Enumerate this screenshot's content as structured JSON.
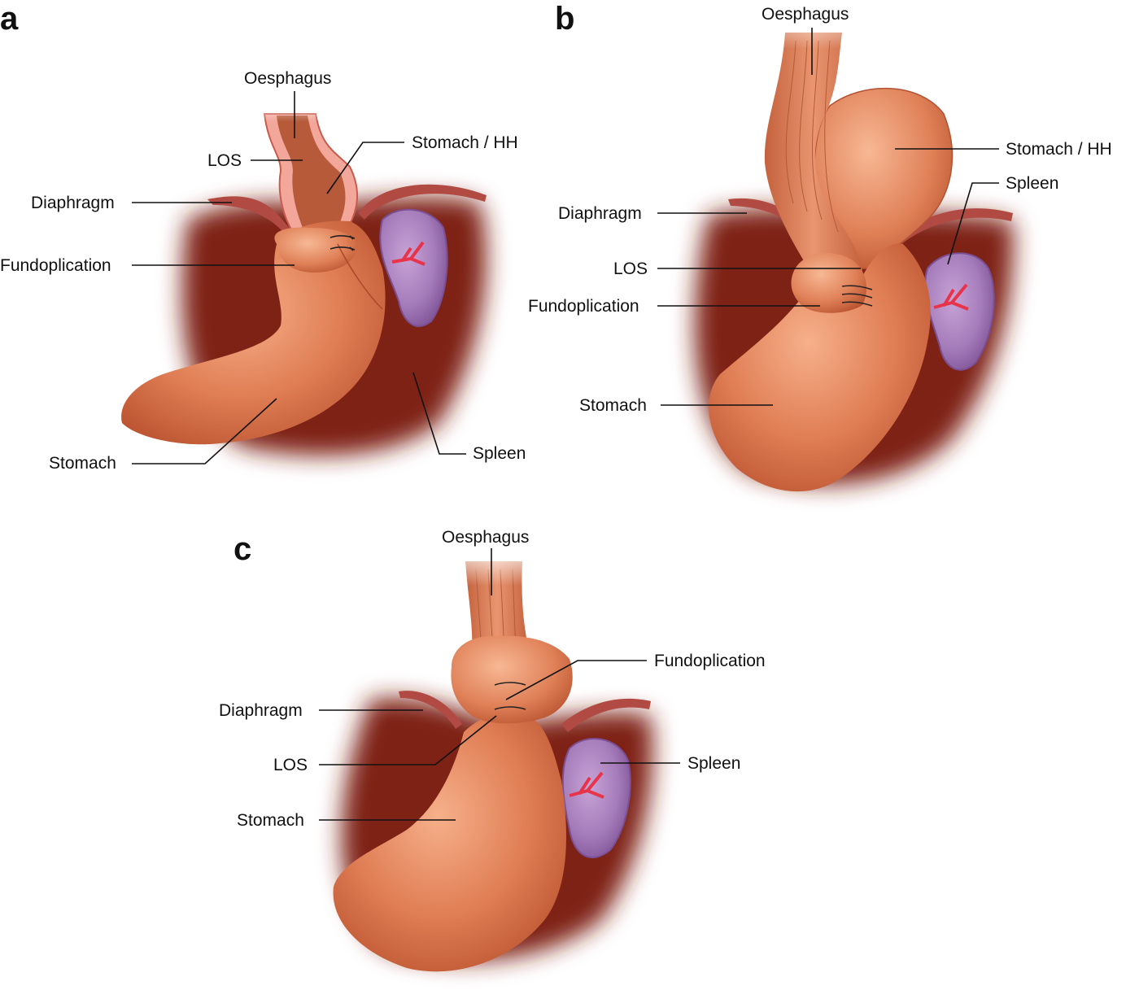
{
  "figure": {
    "panels": [
      {
        "id": "a",
        "letter": "a",
        "labels": {
          "oesophagus": "Oesphagus",
          "los": "LOS",
          "stomach_hh": "Stomach / HH",
          "diaphragm": "Diaphragm",
          "fundoplication": "Fundoplication",
          "stomach": "Stomach",
          "spleen": "Spleen"
        }
      },
      {
        "id": "b",
        "letter": "b",
        "labels": {
          "oesophagus": "Oesphagus",
          "stomach_hh": "Stomach / HH",
          "spleen": "Spleen",
          "diaphragm": "Diaphragm",
          "los": "LOS",
          "fundoplication": "Fundoplication",
          "stomach": "Stomach"
        }
      },
      {
        "id": "c",
        "letter": "c",
        "labels": {
          "oesophagus": "Oesphagus",
          "fundoplication": "Fundoplication",
          "diaphragm": "Diaphragm",
          "spleen": "Spleen",
          "los": "LOS",
          "stomach": "Stomach"
        }
      }
    ]
  },
  "colors": {
    "stomach": "#d9714a",
    "stomach_highlight": "#f2a47c",
    "cavity_shadow": "#7a1f14",
    "diaphragm": "#b8504a",
    "spleen": "#9b6fb0",
    "spleen_vessel": "#e8344a",
    "leader_line": "#111111"
  }
}
